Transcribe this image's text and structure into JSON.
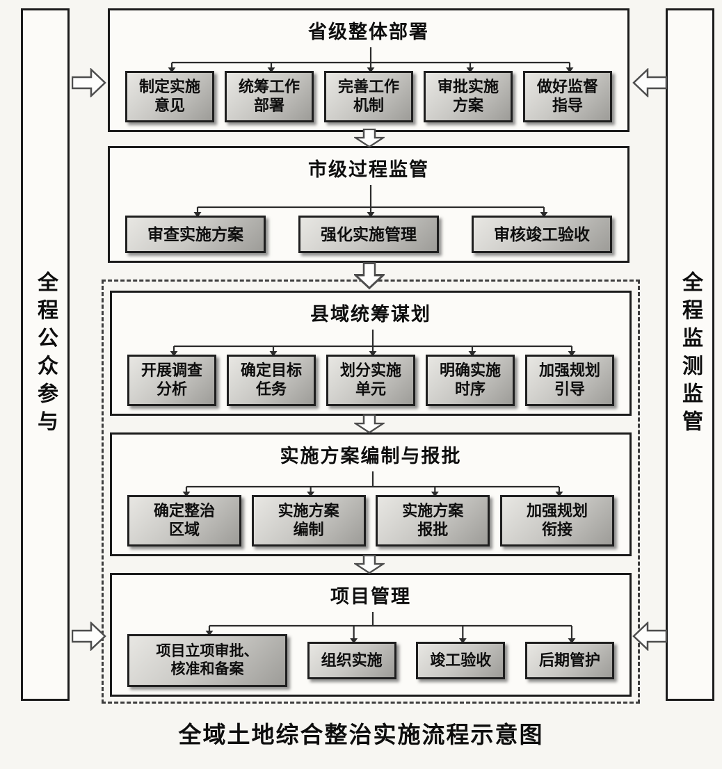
{
  "caption": "全域土地综合整治实施流程示意图",
  "side_bars": {
    "left": "全程公众参与",
    "right": "全程监测监管"
  },
  "stages": [
    {
      "title": "省级整体部署",
      "items": [
        "制定实施\n意见",
        "统筹工作\n部署",
        "完善工作\n机制",
        "审批实施\n方案",
        "做好监督\n指导"
      ]
    },
    {
      "title": "市级过程监管",
      "items": [
        "审查实施方案",
        "强化实施管理",
        "审核竣工验收"
      ]
    },
    {
      "title": "县域统筹谋划",
      "items": [
        "开展调查\n分析",
        "确定目标\n任务",
        "划分实施\n单元",
        "明确实施\n时序",
        "加强规划\n引导"
      ]
    },
    {
      "title": "实施方案编制与报批",
      "items": [
        "确定整治\n区域",
        "实施方案\n编制",
        "实施方案\n报批",
        "加强规划\n衔接"
      ]
    },
    {
      "title": "项目管理",
      "items": [
        "项目立项审批、\n核准和备案",
        "组织实施",
        "竣工验收",
        "后期管护"
      ]
    }
  ],
  "colors": {
    "page_bg": "#f7f6f2",
    "panel_bg": "#fcfbf8",
    "panel_border": "#1b1b1b",
    "box_fill_light": "#e8e7e3",
    "box_fill_mid": "#c9c8c4",
    "box_fill_dark": "#9d9c98",
    "box_border": "#1f1f1f",
    "line": "#2b2b2b",
    "hollow_arrow_stroke": "#4d4d4d",
    "text": "#0e0e0e"
  }
}
